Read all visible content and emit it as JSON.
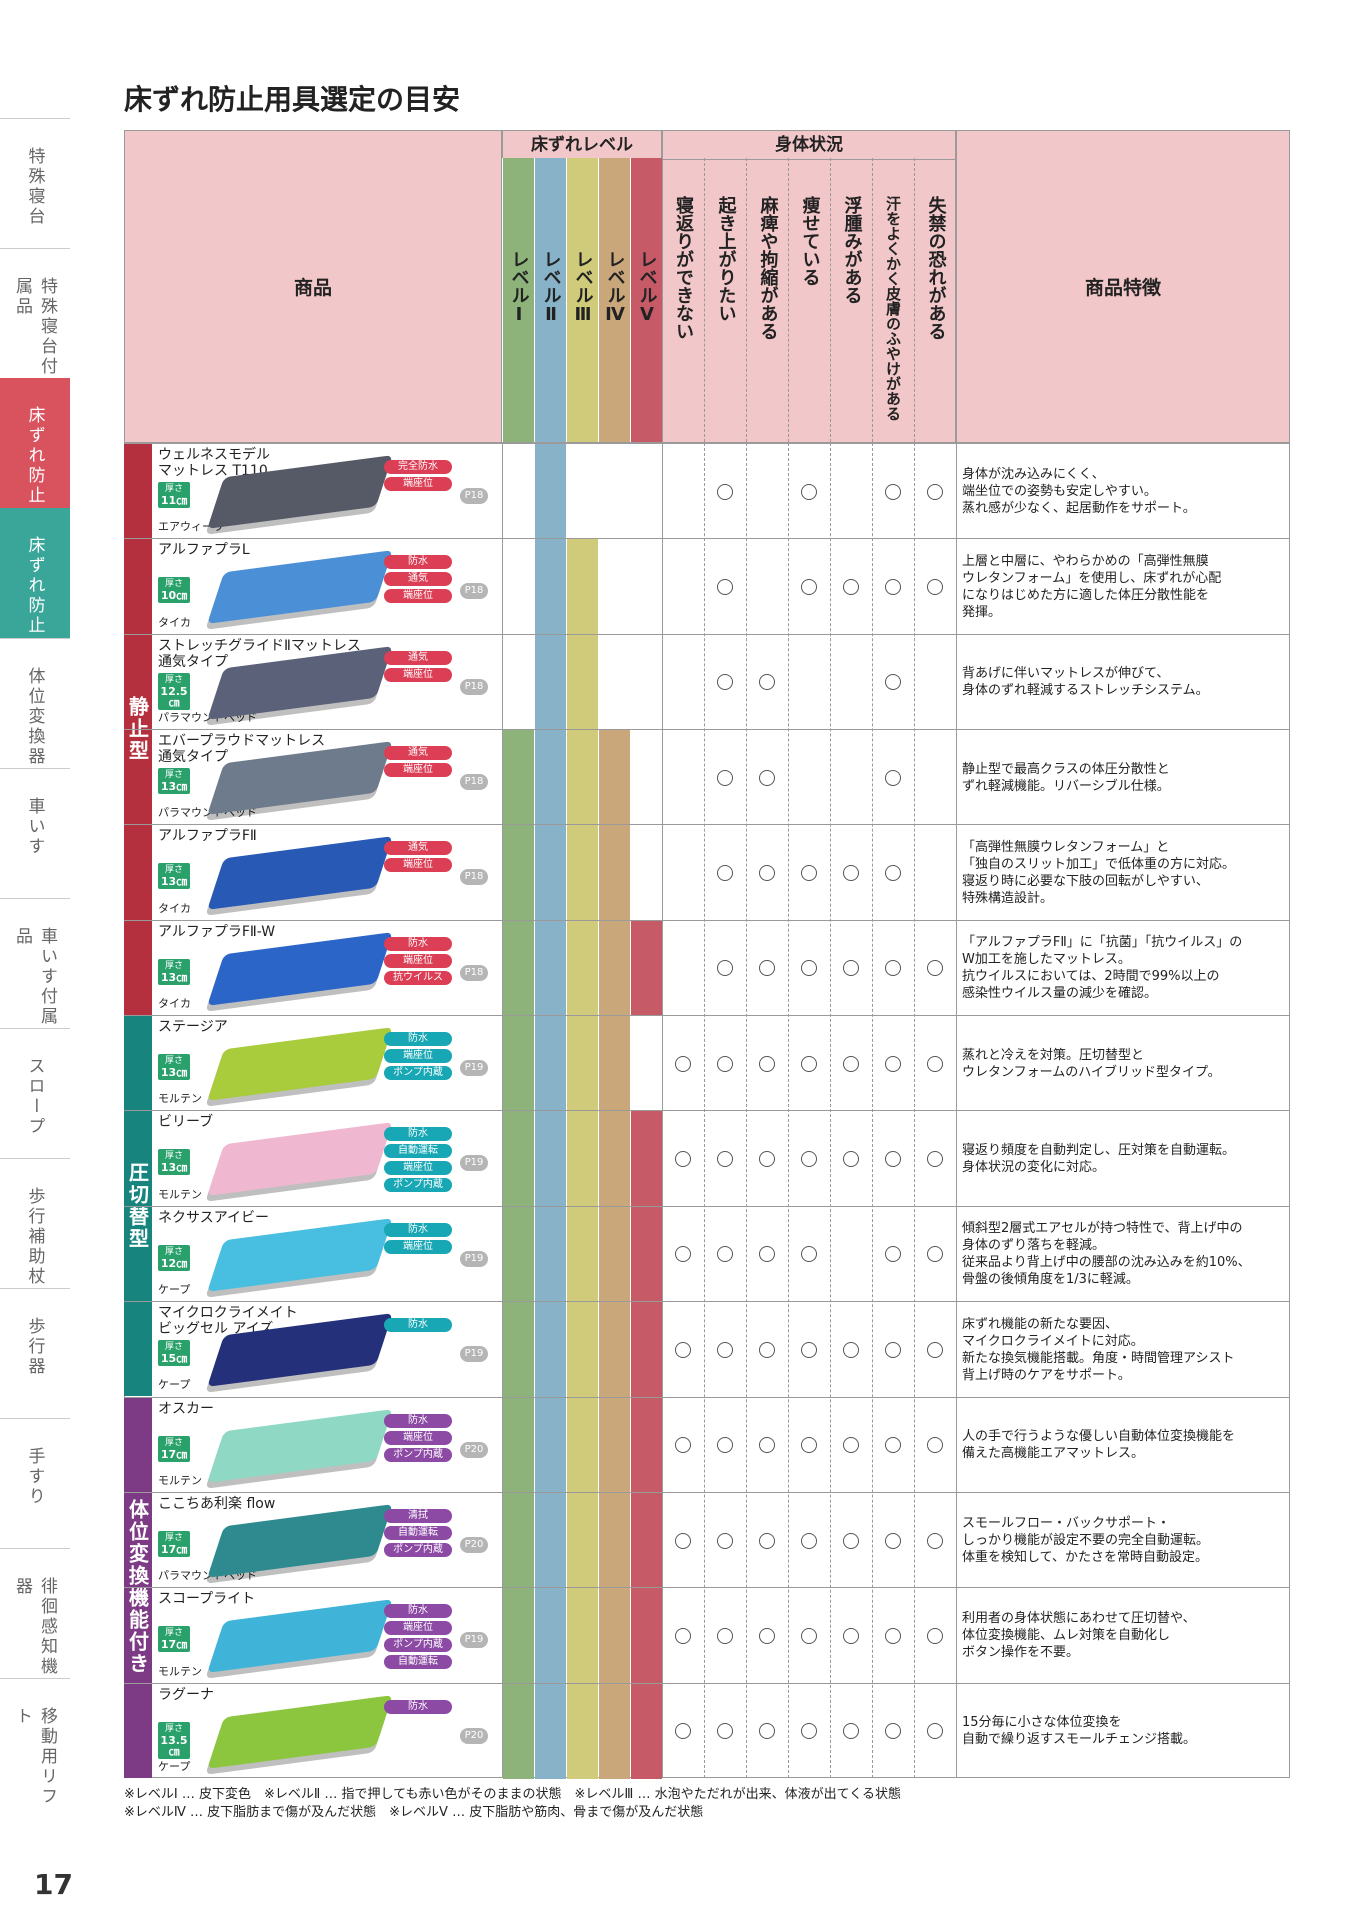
{
  "page_title": "床ずれ防止用具選定の目安",
  "page_number": "17",
  "side_tabs": [
    "特殊寝台",
    "特殊寝台付属品",
    "床ずれ防止",
    "床ずれ防止",
    "体位変換器",
    "車いす",
    "車いす付属品",
    "スロープ",
    "歩行補助杖",
    "歩行器",
    "手すり",
    "徘徊感知機器",
    "移動用リフト"
  ],
  "header": {
    "product": "商品",
    "level_group": "床ずれレベル",
    "levels": [
      "レベルⅠ",
      "レベルⅡ",
      "レベルⅢ",
      "レベルⅣ",
      "レベルⅤ"
    ],
    "condition_group": "身体状況",
    "conditions": [
      "寝返りができない",
      "起き上がりたい",
      "麻痺や拘縮がある",
      "痩せている",
      "浮腫みがある",
      "汗をよくかく皮膚のふやけがある",
      "失禁の恐れがある"
    ],
    "feature": "商品特徴"
  },
  "colors": {
    "level1": "#8db37b",
    "level2": "#87b2c7",
    "level3": "#cfcb7a",
    "level4": "#c9a77a",
    "level5": "#c65a67",
    "header_bg": "#f2c7c9",
    "cat_static": "#b5303f",
    "cat_pressure": "#17857d",
    "cat_turning": "#7d3b86",
    "tag_red": "#dc3f55",
    "tag_teal": "#18a7b4",
    "tag_purple": "#8c4aa5",
    "thickness": "#2aa06b"
  },
  "thickness_label": "厚さ",
  "categories": [
    {
      "name": "静止型",
      "rows": [
        0,
        5
      ],
      "color": "#b5303f"
    },
    {
      "name": "圧切替型",
      "rows": [
        6,
        9
      ],
      "color": "#17857d"
    },
    {
      "name": "体位変換機能付き",
      "rows": [
        10,
        13
      ],
      "color": "#7d3b86"
    }
  ],
  "products": [
    {
      "name": "ウェルネスモデル\nマットレス T110",
      "maker": "エアウィーヴ",
      "thickness": "11㎝",
      "tags": [
        "完全防水",
        "端座位"
      ],
      "tag_color": "#dc3f55",
      "page": "P18",
      "levels": [
        2,
        2
      ],
      "conditions": [
        false,
        true,
        false,
        true,
        false,
        true,
        true
      ],
      "feature": "身体が沈み込みにくく、\n端坐位での姿勢も安定しやすい。\n蒸れ感が少なく、起居動作をサポート。",
      "mat": "#555a66"
    },
    {
      "name": "アルファプラL",
      "maker": "タイカ",
      "thickness": "10㎝",
      "tags": [
        "防水",
        "通気",
        "端座位"
      ],
      "tag_color": "#dc3f55",
      "page": "P18",
      "levels": [
        2,
        3
      ],
      "conditions": [
        false,
        true,
        false,
        true,
        true,
        true,
        true
      ],
      "feature": "上層と中層に、やわらかめの「高弾性無膜\nウレタンフォーム」を使用し、床ずれが心配\nになりはじめた方に適した体圧分散性能を\n発揮。",
      "mat": "#4b8fd6"
    },
    {
      "name": "ストレッチグライドⅡマットレス\n通気タイプ",
      "maker": "パラマウントベッド",
      "thickness": "12.5㎝",
      "tags": [
        "通気",
        "端座位"
      ],
      "tag_color": "#dc3f55",
      "page": "P18",
      "levels": [
        2,
        3
      ],
      "conditions": [
        false,
        true,
        true,
        false,
        false,
        true,
        false
      ],
      "feature": "背あげに伴いマットレスが伸びて、\n身体のずれ軽減するストレッチシステム。",
      "mat": "#5a6178"
    },
    {
      "name": "エバープラウドマットレス\n通気タイプ",
      "maker": "パラマウントベッド",
      "thickness": "13㎝",
      "tags": [
        "通気",
        "端座位"
      ],
      "tag_color": "#dc3f55",
      "page": "P18",
      "levels": [
        1,
        4
      ],
      "conditions": [
        false,
        true,
        true,
        false,
        false,
        true,
        false
      ],
      "feature": "静止型で最高クラスの体圧分散性と\nずれ軽減機能。リバーシブル仕様。",
      "mat": "#6e7b8c"
    },
    {
      "name": "アルファプラFⅡ",
      "maker": "タイカ",
      "thickness": "13㎝",
      "tags": [
        "通気",
        "端座位"
      ],
      "tag_color": "#dc3f55",
      "page": "P18",
      "levels": [
        1,
        4
      ],
      "conditions": [
        false,
        true,
        true,
        true,
        true,
        true,
        false
      ],
      "feature": "「高弾性無膜ウレタンフォーム」と\n「独自のスリット加工」で低体重の方に対応。\n寝返り時に必要な下肢の回転がしやすい、\n特殊構造設計。",
      "mat": "#2859b4"
    },
    {
      "name": "アルファプラFⅡ-W",
      "maker": "タイカ",
      "thickness": "13㎝",
      "tags": [
        "防水",
        "端座位",
        "抗ウイルス"
      ],
      "tag_color": "#dc3f55",
      "page": "P18",
      "levels": [
        1,
        5
      ],
      "conditions": [
        false,
        true,
        true,
        true,
        true,
        true,
        true
      ],
      "feature": "「アルファプラFⅡ」に「抗菌」「抗ウイルス」の\nW加工を施したマットレス。\n抗ウイルスにおいては、2時間で99%以上の\n感染性ウイルス量の減少を確認。",
      "mat": "#2b65c8"
    },
    {
      "name": "ステージア",
      "maker": "モルテン",
      "thickness": "13㎝",
      "tags": [
        "防水",
        "端座位",
        "ポンプ内蔵"
      ],
      "tag_color": "#18a7b4",
      "page": "P19",
      "levels": [
        1,
        4
      ],
      "conditions": [
        true,
        true,
        true,
        true,
        true,
        true,
        true
      ],
      "feature": "蒸れと冷えを対策。圧切替型と\nウレタンフォームのハイブリッド型タイプ。",
      "mat": "#a8cc3c"
    },
    {
      "name": "ビリーブ",
      "maker": "モルテン",
      "thickness": "13㎝",
      "tags": [
        "防水",
        "自動運転",
        "端座位",
        "ポンプ内蔵"
      ],
      "tag_color": "#18a7b4",
      "page": "P19",
      "levels": [
        1,
        5
      ],
      "conditions": [
        true,
        true,
        true,
        true,
        true,
        true,
        true
      ],
      "feature": "寝返り頻度を自動判定し、圧対策を自動運転。\n身体状況の変化に対応。",
      "mat": "#f0b8d0"
    },
    {
      "name": "ネクサスアイビー",
      "maker": "ケープ",
      "thickness": "12㎝",
      "tags": [
        "防水",
        "端座位"
      ],
      "tag_color": "#18a7b4",
      "page": "P19",
      "levels": [
        1,
        5
      ],
      "conditions": [
        true,
        true,
        true,
        true,
        false,
        true,
        true
      ],
      "feature": "傾斜型2層式エアセルが持つ特性で、背上げ中の\n身体のずり落ちを軽減。\n従来品より背上げ中の腰部の沈み込みを約10%、\n骨盤の後傾角度を1/3に軽減。",
      "mat": "#48bfe0"
    },
    {
      "name": "マイクロクライメイト\nビッグセル アイズ",
      "maker": "ケープ",
      "thickness": "15㎝",
      "tags": [
        "防水"
      ],
      "tag_color": "#18a7b4",
      "page": "P19",
      "levels": [
        1,
        5
      ],
      "conditions": [
        true,
        true,
        true,
        true,
        true,
        true,
        true
      ],
      "feature": "床ずれ機能の新たな要因、\nマイクロクライメイトに対応。\n新たな換気機能搭載。角度・時間管理アシスト\n背上げ時のケアをサポート。",
      "mat": "#24307a"
    },
    {
      "name": "オスカー",
      "maker": "モルテン",
      "thickness": "17㎝",
      "tags": [
        "防水",
        "端座位",
        "ポンプ内蔵"
      ],
      "tag_color": "#8c4aa5",
      "page": "P20",
      "levels": [
        1,
        5
      ],
      "conditions": [
        true,
        true,
        true,
        true,
        true,
        true,
        true
      ],
      "feature": "人の手で行うような優しい自動体位変換機能を\n備えた高機能エアマットレス。",
      "mat": "#8fd8c4"
    },
    {
      "name": "ここちあ利楽 flow",
      "maker": "パラマウントベッド",
      "thickness": "17㎝",
      "tags": [
        "清拭",
        "自動運転",
        "ポンプ内蔵"
      ],
      "tag_color": "#8c4aa5",
      "page": "P20",
      "levels": [
        1,
        5
      ],
      "conditions": [
        true,
        true,
        true,
        true,
        true,
        true,
        true
      ],
      "feature": "スモールフロー・バックサポート・\nしっかり機能が設定不要の完全自動運転。\n体重を検知して、かたさを常時自動設定。",
      "mat": "#2f8a8f"
    },
    {
      "name": "スコープライト",
      "maker": "モルテン",
      "thickness": "17㎝",
      "tags": [
        "防水",
        "端座位",
        "ポンプ内蔵",
        "自動運転"
      ],
      "tag_color": "#8c4aa5",
      "page": "P19",
      "levels": [
        1,
        5
      ],
      "conditions": [
        true,
        true,
        true,
        true,
        true,
        true,
        true
      ],
      "feature": "利用者の身体状態にあわせて圧切替や、\n体位変換機能、ムレ対策を自動化し\nボタン操作を不要。",
      "mat": "#3fb4d8"
    },
    {
      "name": "ラグーナ",
      "maker": "ケープ",
      "thickness": "13.5㎝",
      "tags": [
        "防水"
      ],
      "tag_color": "#8c4aa5",
      "page": "P20",
      "levels": [
        1,
        5
      ],
      "conditions": [
        true,
        true,
        true,
        true,
        true,
        true,
        true
      ],
      "feature": "15分毎に小さな体位変換を\n自動で繰り返すスモールチェンジ搭載。",
      "mat": "#8cc63f"
    }
  ],
  "notes": [
    "※レベルⅠ … 皮下変色　※レベルⅡ … 指で押しても赤い色がそのままの状態　※レベルⅢ … 水泡やただれが出来、体液が出てくる状態",
    "※レベルⅣ … 皮下脂肪まで傷が及んだ状態　※レベルⅤ … 皮下脂肪や筋肉、骨まで傷が及んだ状態"
  ]
}
